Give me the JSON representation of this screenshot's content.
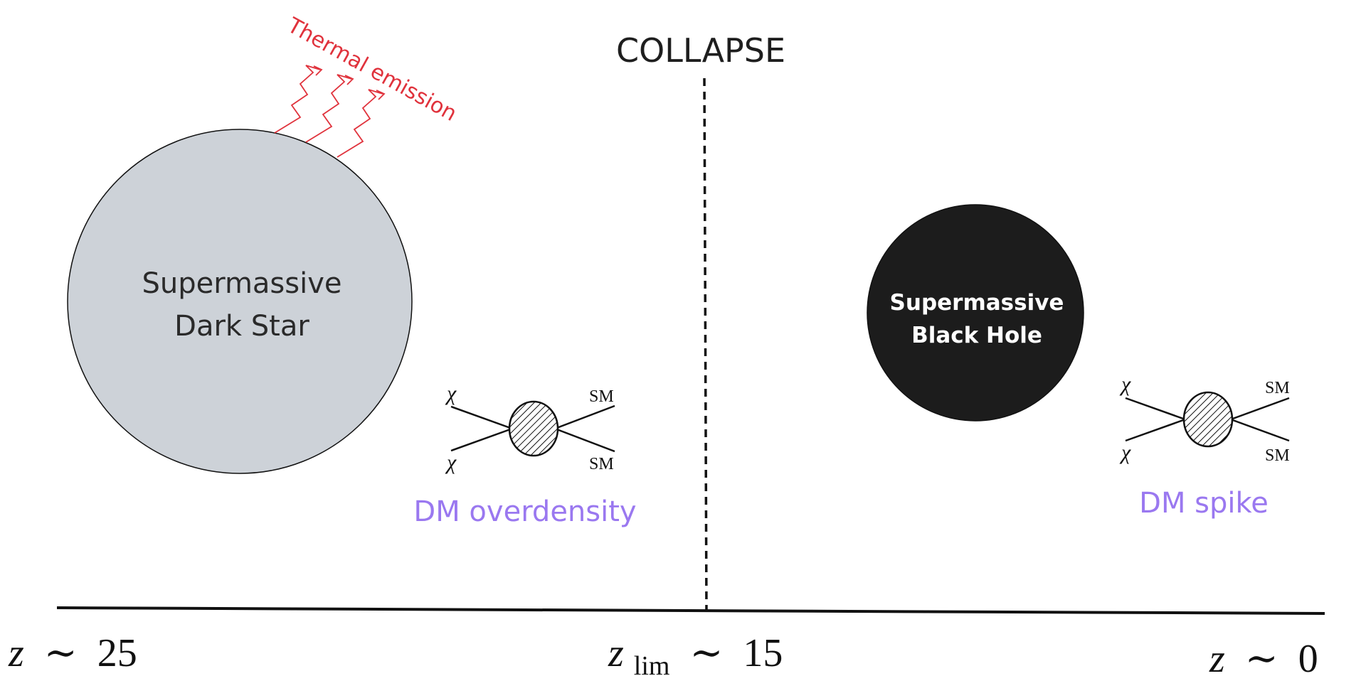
{
  "header": {
    "collapse_label": "COLLAPSE"
  },
  "dark_star": {
    "label_line1": "Supermassive",
    "label_line2": "Dark Star",
    "fill_color": "#cdd2d8",
    "emission_label": "Thermal emission",
    "emission_color": "#e0323c"
  },
  "black_hole": {
    "label_line1": "Supermassive",
    "label_line2": "Black Hole",
    "fill_color": "#1c1c1c"
  },
  "left_annihilation": {
    "in_top": "χ",
    "in_bottom": "χ",
    "out_top": "SM",
    "out_bottom": "SM",
    "caption": "DM overdensity"
  },
  "right_annihilation": {
    "in_top": "χ",
    "in_bottom": "χ",
    "out_top": "SM",
    "out_bottom": "SM",
    "caption": "DM spike"
  },
  "caption_color": "#9a78f0",
  "timeline": {
    "left": {
      "var": "z",
      "rel": "∼",
      "value": "25"
    },
    "middle": {
      "var": "z",
      "sub": "lim",
      "rel": "∼",
      "value": "15"
    },
    "right": {
      "var": "z",
      "rel": "∼",
      "value": "0"
    }
  }
}
